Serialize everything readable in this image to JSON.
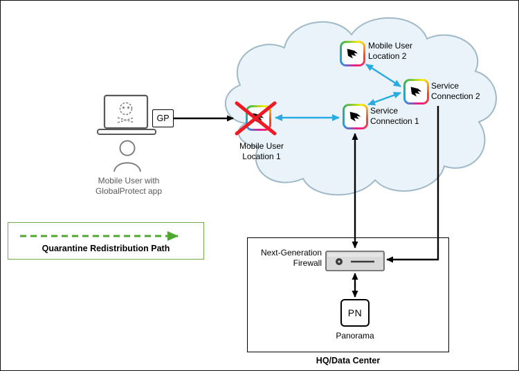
{
  "cloud_nodes": {
    "mobile_user_location_2": "Mobile User\nLocation 2",
    "service_connection_2": "Service\nConnection 2",
    "service_connection_1": "Service\nConnection 1",
    "mobile_user_location_1": "Mobile User\nLocation 1"
  },
  "endpoint": {
    "globalprotect_badge": "GP",
    "caption": "Mobile User with\nGlobalProtect app"
  },
  "legend": {
    "caption": "Quarantine Redistribution Path"
  },
  "hq": {
    "caption": "HQ/Data Center",
    "firewall_label": "Next-Generation\nFirewall",
    "panorama_badge": "PN",
    "panorama_caption": "Panorama"
  },
  "colors": {
    "cloud_fill": "#e9f3f9",
    "cloud_stroke": "#9fb9c8",
    "link_cyan": "#29abe2",
    "quarantine_green": "#4ea72e",
    "legend_border_green": "#70ad47",
    "alert_red": "#ed1c24",
    "device_gray": "#d9d9d9"
  }
}
